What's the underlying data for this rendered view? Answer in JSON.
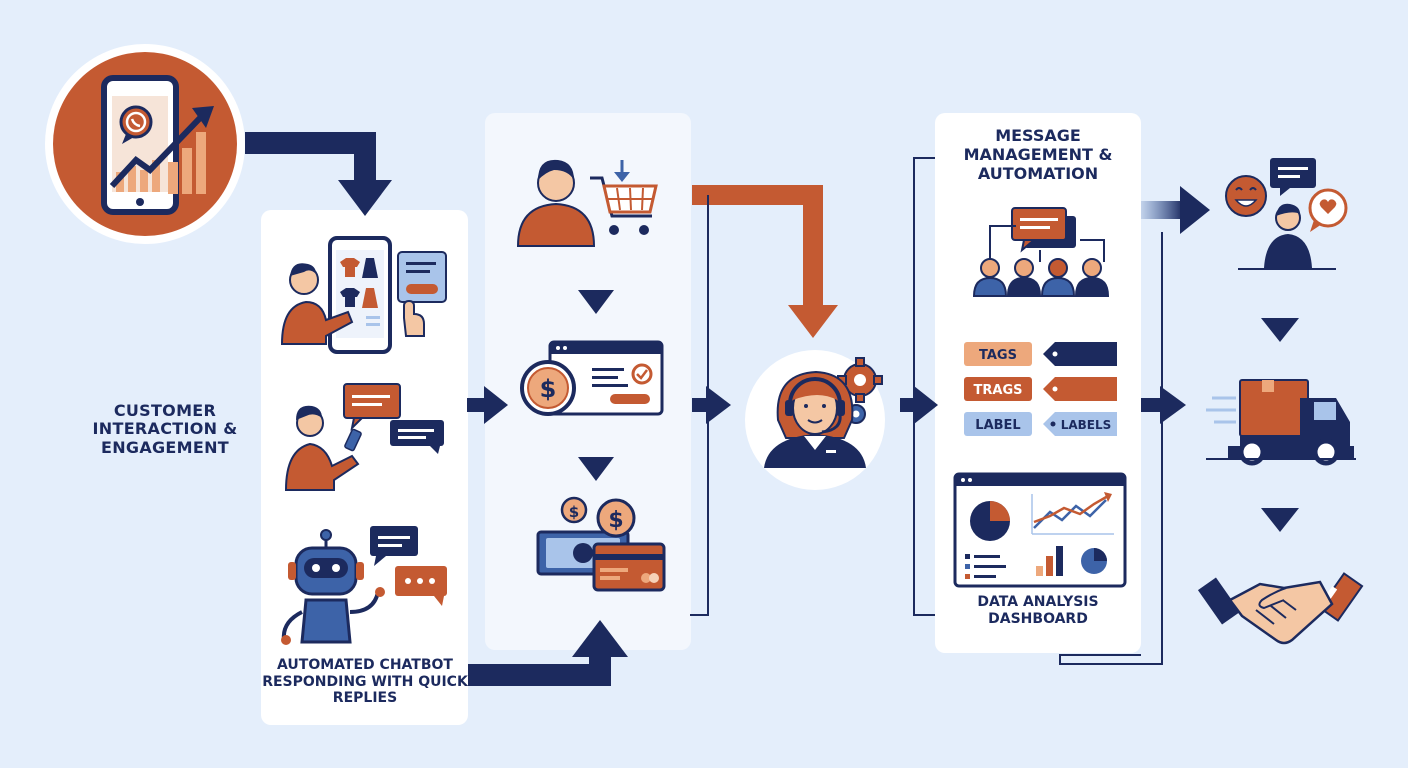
{
  "colors": {
    "background": "#e4eefb",
    "navy": "#1c2a5e",
    "orange": "#c45a32",
    "light_orange": "#eda87c",
    "blue": "#3d63a8",
    "light_blue": "#a9c4ea",
    "panel": "#ffffff",
    "panel_alt": "#f3f7fd"
  },
  "labels": {
    "customer_interaction": "CUSTOMER INTERACTION & ENGAGEMENT",
    "chatbot": "AUTOMATED CHATBOT RESPONDING WITH QUICK REPLIES",
    "message_management": "MESSAGE MANAGEMENT & AUTOMATION",
    "data_dashboard": "DATA ANALYSIS DASHBOARD"
  },
  "tags": [
    {
      "text": "TAGS",
      "style": "light-orange"
    },
    {
      "text": "TRAGS",
      "style": "orange"
    },
    {
      "text": "LABEL",
      "style": "light-blue"
    }
  ],
  "tag_flags": [
    {
      "text": "",
      "style": "navy"
    },
    {
      "text": "",
      "style": "orange"
    },
    {
      "text": "LABELS",
      "style": "light-blue"
    }
  ],
  "icons": [
    "whatsapp-phone-growth-icon",
    "shopping-phone-icon",
    "chat-message-icon",
    "chatbot-robot-icon",
    "customer-cart-icon",
    "payment-invoice-icon",
    "cash-card-icon",
    "support-agent-icon",
    "team-messaging-icon",
    "analytics-dashboard-icon",
    "happy-customer-icon",
    "delivery-truck-icon",
    "handshake-icon"
  ]
}
